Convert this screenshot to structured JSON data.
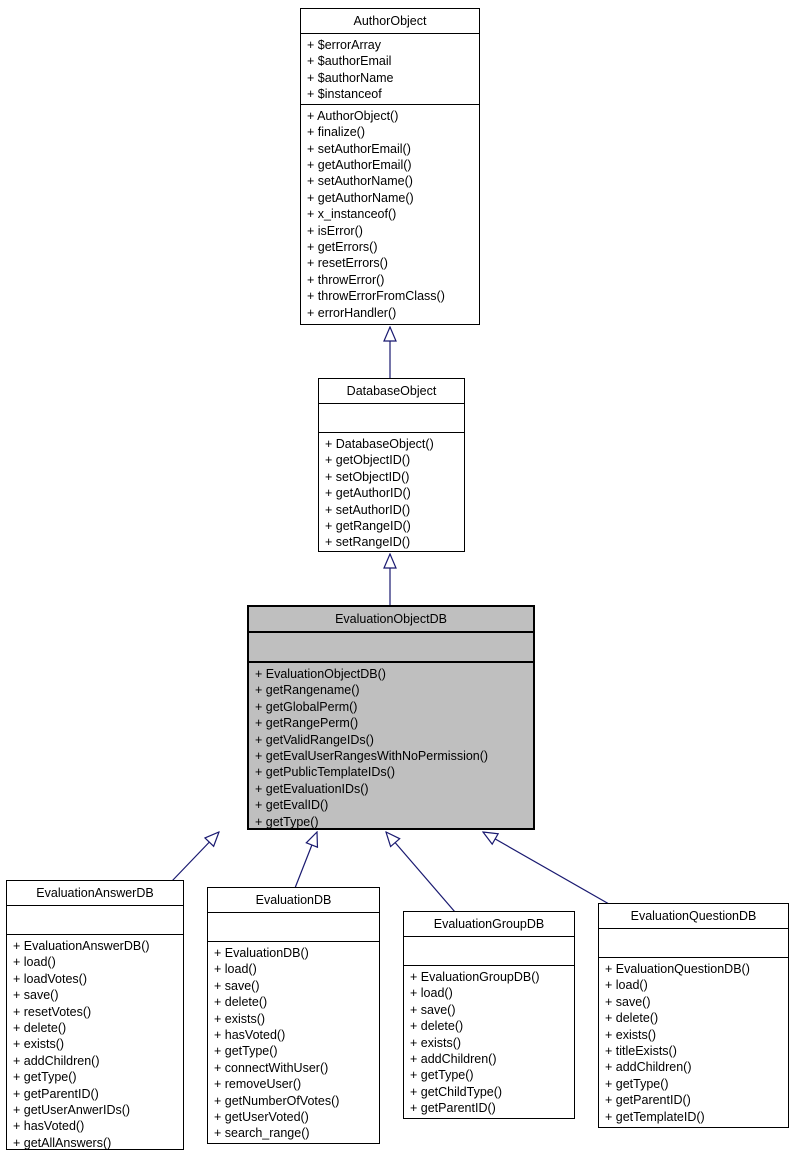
{
  "diagram": {
    "kind": "uml-class-inheritance-graph",
    "colors": {
      "background": "#ffffff",
      "box_bg": "#ffffff",
      "highlight_bg": "#bfbfbf",
      "border": "#000000",
      "arrow": "#191970"
    }
  },
  "classes": {
    "author": {
      "name": "AuthorObject",
      "attributes": [
        "+ $errorArray",
        "+ $authorEmail",
        "+ $authorName",
        "+ $instanceof"
      ],
      "methods": [
        "+ AuthorObject()",
        "+ finalize()",
        "+ setAuthorEmail()",
        "+ getAuthorEmail()",
        "+ setAuthorName()",
        "+ getAuthorName()",
        "+ x_instanceof()",
        "+ isError()",
        "+ getErrors()",
        "+ resetErrors()",
        "+ throwError()",
        "+ throwErrorFromClass()",
        "+ errorHandler()"
      ]
    },
    "database": {
      "name": "DatabaseObject",
      "attributes": [],
      "methods": [
        "+ DatabaseObject()",
        "+ getObjectID()",
        "+ setObjectID()",
        "+ getAuthorID()",
        "+ setAuthorID()",
        "+ getRangeID()",
        "+ setRangeID()"
      ]
    },
    "evalobject": {
      "name": "EvaluationObjectDB",
      "attributes": [],
      "methods": [
        "+ EvaluationObjectDB()",
        "+ getRangename()",
        "+ getGlobalPerm()",
        "+ getRangePerm()",
        "+ getValidRangeIDs()",
        "+ getEvalUserRangesWithNoPermission()",
        "+ getPublicTemplateIDs()",
        "+ getEvaluationIDs()",
        "+ getEvalID()",
        "+ getType()"
      ]
    },
    "answer": {
      "name": "EvaluationAnswerDB",
      "attributes": [],
      "methods": [
        "+ EvaluationAnswerDB()",
        "+ load()",
        "+ loadVotes()",
        "+ save()",
        "+ resetVotes()",
        "+ delete()",
        "+ exists()",
        "+ addChildren()",
        "+ getType()",
        "+ getParentID()",
        "+ getUserAnwerIDs()",
        "+ hasVoted()",
        "+ getAllAnswers()"
      ]
    },
    "evaluation": {
      "name": "EvaluationDB",
      "attributes": [],
      "methods": [
        "+ EvaluationDB()",
        "+ load()",
        "+ save()",
        "+ delete()",
        "+ exists()",
        "+ hasVoted()",
        "+ getType()",
        "+ connectWithUser()",
        "+ removeUser()",
        "+ getNumberOfVotes()",
        "+ getUserVoted()",
        "+ search_range()"
      ]
    },
    "group": {
      "name": "EvaluationGroupDB",
      "attributes": [],
      "methods": [
        "+ EvaluationGroupDB()",
        "+ load()",
        "+ save()",
        "+ delete()",
        "+ exists()",
        "+ addChildren()",
        "+ getType()",
        "+ getChildType()",
        "+ getParentID()"
      ]
    },
    "question": {
      "name": "EvaluationQuestionDB",
      "attributes": [],
      "methods": [
        "+ EvaluationQuestionDB()",
        "+ load()",
        "+ save()",
        "+ delete()",
        "+ exists()",
        "+ titleExists()",
        "+ addChildren()",
        "+ getType()",
        "+ getParentID()",
        "+ getTemplateID()"
      ]
    }
  },
  "relations": [
    {
      "from": "DatabaseObject",
      "to": "AuthorObject",
      "type": "inheritance"
    },
    {
      "from": "EvaluationObjectDB",
      "to": "DatabaseObject",
      "type": "inheritance"
    },
    {
      "from": "EvaluationAnswerDB",
      "to": "EvaluationObjectDB",
      "type": "inheritance"
    },
    {
      "from": "EvaluationDB",
      "to": "EvaluationObjectDB",
      "type": "inheritance"
    },
    {
      "from": "EvaluationGroupDB",
      "to": "EvaluationObjectDB",
      "type": "inheritance"
    },
    {
      "from": "EvaluationQuestionDB",
      "to": "EvaluationObjectDB",
      "type": "inheritance"
    }
  ]
}
